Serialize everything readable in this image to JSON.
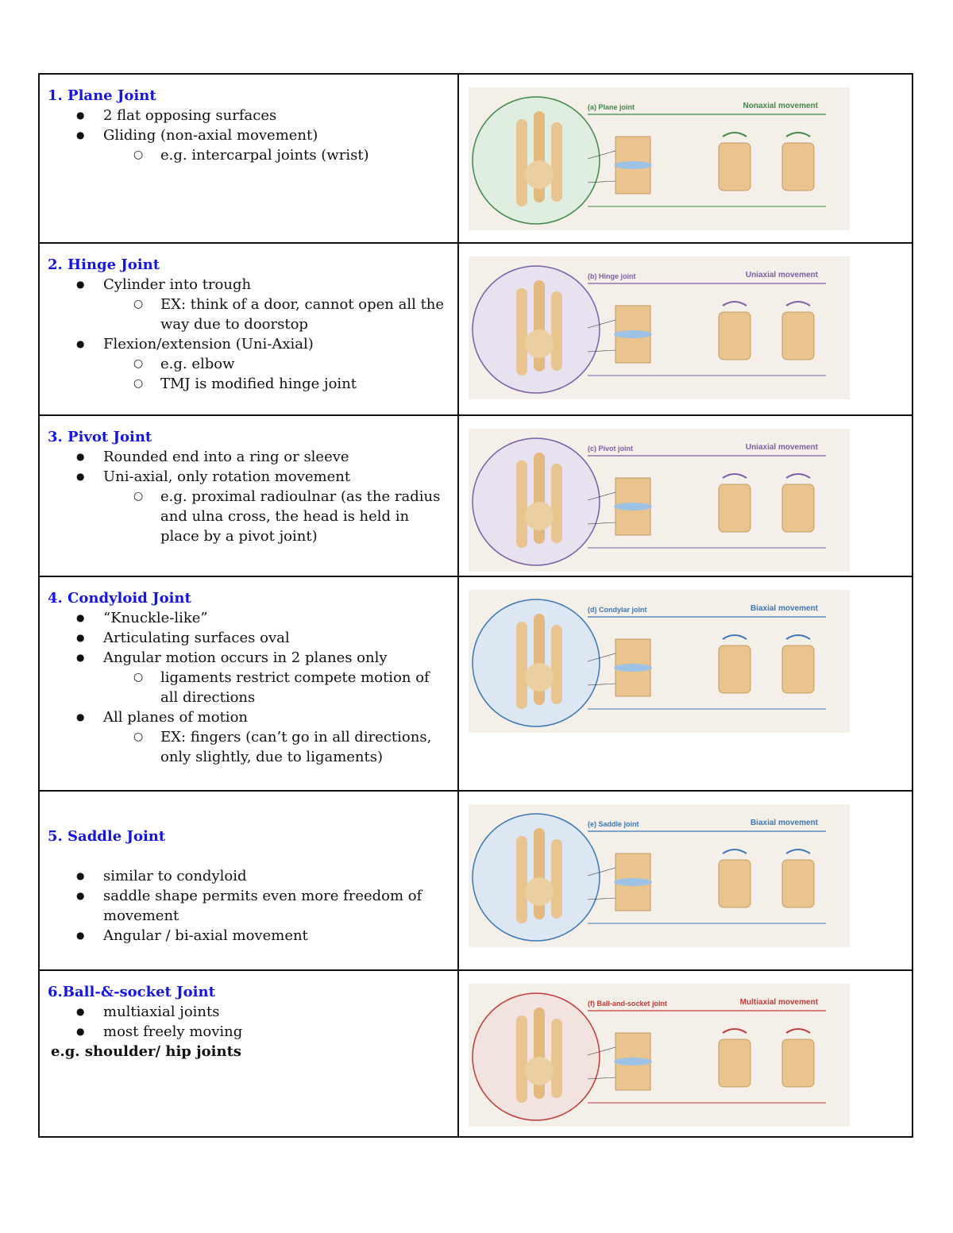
{
  "rows": [
    {
      "title": "1. Plane Joint",
      "bullets": [
        "2 flat opposing surfaces",
        "Gliding (non-axial movement)"
      ],
      "sub": [
        "e.g. intercarpal joints (wrist)"
      ],
      "figure": {
        "title": "(a) Plane joint",
        "movement": "Nonaxial movement",
        "accent": "#3f8a4a",
        "circle": "#dfeee0"
      }
    },
    {
      "title": "2. Hinge Joint",
      "bullets": [
        "Cylinder into trough",
        "Flexion/extension (Uni-Axial)"
      ],
      "sub_a": [
        "EX: think of a door, cannot open all the way due to doorstop"
      ],
      "sub_b": [
        "e.g. elbow",
        "TMJ is modified hinge joint"
      ],
      "figure": {
        "title": "(b) Hinge joint",
        "movement": "Uniaxial movement",
        "accent": "#7a5fa8",
        "circle": "#e7e1f0"
      }
    },
    {
      "title": "3. Pivot Joint",
      "bullets": [
        "Rounded end into a ring or sleeve",
        "Uni-axial, only rotation movement"
      ],
      "sub": [
        "e.g. proximal radioulnar (as the radius and ulna cross, the head is held in place by a pivot joint)"
      ],
      "figure": {
        "title": "(c) Pivot joint",
        "movement": "Uniaxial movement",
        "accent": "#7a5fa8",
        "circle": "#e7e1f0"
      }
    },
    {
      "title": "4. Condyloid Joint",
      "bullets": [
        "“Knuckle-like”",
        "Articulating surfaces oval",
        "Angular motion occurs in 2 planes only",
        "All planes of motion"
      ],
      "sub_a": [
        "ligaments restrict compete motion of all directions"
      ],
      "sub_b": [
        "EX: fingers (can’t go in all directions, only slightly, due to ligaments)"
      ],
      "figure": {
        "title": "(d) Condylar joint",
        "movement": "Biaxial movement",
        "accent": "#3b78b6",
        "circle": "#dde7f3"
      }
    },
    {
      "title": "5. Saddle Joint",
      "bullets": [
        "similar to condyloid",
        "saddle shape permits even more freedom of movement",
        "Angular / bi-axial movement"
      ],
      "figure": {
        "title": "(e) Saddle joint",
        "movement": "Biaxial movement",
        "accent": "#3b78b6",
        "circle": "#dde7f3"
      }
    },
    {
      "title": "6.Ball-&-socket Joint",
      "bullets": [
        "multiaxial joints",
        "most freely moving"
      ],
      "note": "e.g. shoulder/ hip joints",
      "figure": {
        "title": "(f) Ball-and-socket joint",
        "movement": "Multiaxial movement",
        "accent": "#c23b3b",
        "circle": "#f3e3e0"
      }
    }
  ]
}
